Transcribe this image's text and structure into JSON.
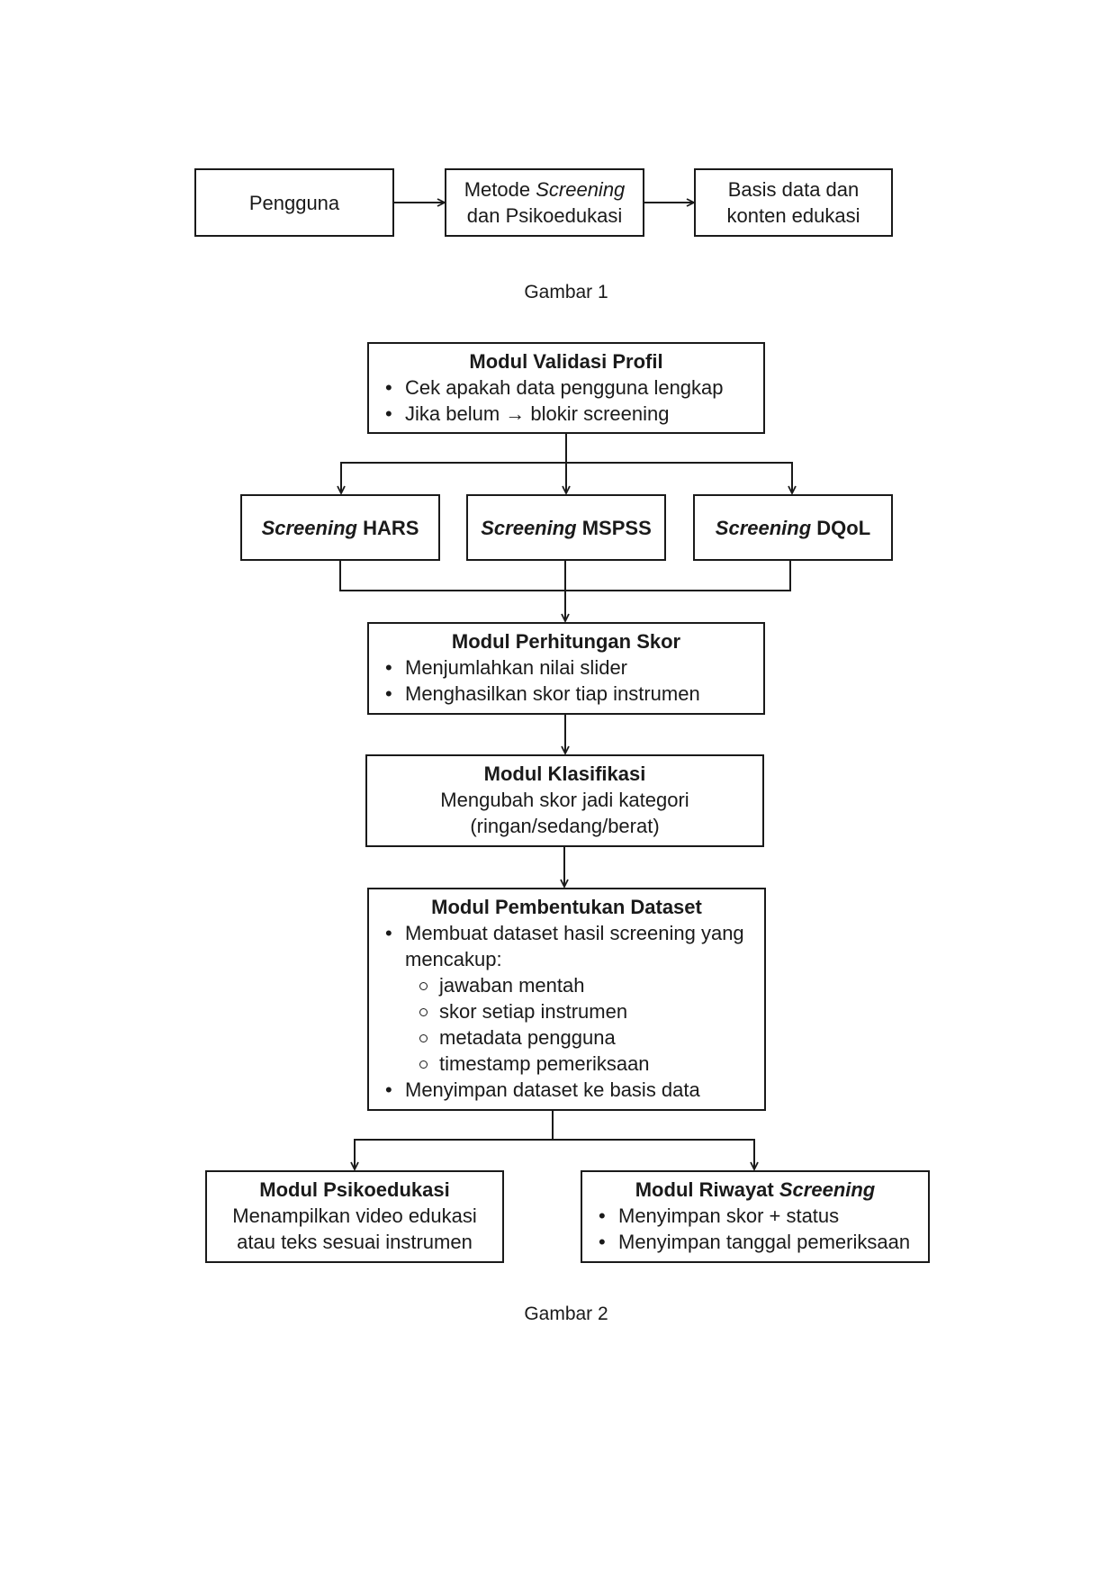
{
  "figure1": {
    "user": "Pengguna",
    "method_prefix": "Metode",
    "method_italic": "Screening",
    "method_line2": "dan Psikoedukasi",
    "db_line1": "Basis data dan",
    "db_line2": "konten edukasi",
    "caption": "Gambar 1"
  },
  "figure2": {
    "validasi": {
      "title": "Modul Validasi Profil",
      "items": [
        "Cek apakah data pengguna lengkap",
        "Jika belum → blokir screening"
      ]
    },
    "screenings": [
      {
        "italic": "Screening",
        "name": "HARS"
      },
      {
        "italic": "Screening",
        "name": "MSPSS"
      },
      {
        "italic": "Screening",
        "name": "DQoL"
      }
    ],
    "perhitungan": {
      "title": "Modul Perhitungan Skor",
      "items": [
        "Menjumlahkan nilai slider",
        "Menghasilkan skor tiap instrumen"
      ]
    },
    "klasifikasi": {
      "title": "Modul Klasifikasi",
      "line1": "Mengubah skor jadi kategori",
      "line2": "(ringan/sedang/berat)"
    },
    "dataset": {
      "title": "Modul Pembentukan Dataset",
      "item1_line1": "Membuat dataset hasil screening yang",
      "item1_line2": "mencakup:",
      "subitems": [
        "jawaban mentah",
        "skor setiap instrumen",
        "metadata pengguna",
        "timestamp pemeriksaan"
      ],
      "item2": "Menyimpan dataset ke basis data"
    },
    "psikoedukasi": {
      "title": "Modul Psikoedukasi",
      "line1": "Menampilkan video edukasi",
      "line2": "atau teks sesuai instrumen"
    },
    "riwayat": {
      "title_prefix": "Modul Riwayat",
      "title_italic": "Screening",
      "items": [
        "Menyimpan skor + status",
        "Menyimpan tanggal pemeriksaan"
      ]
    },
    "caption": "Gambar 2"
  }
}
